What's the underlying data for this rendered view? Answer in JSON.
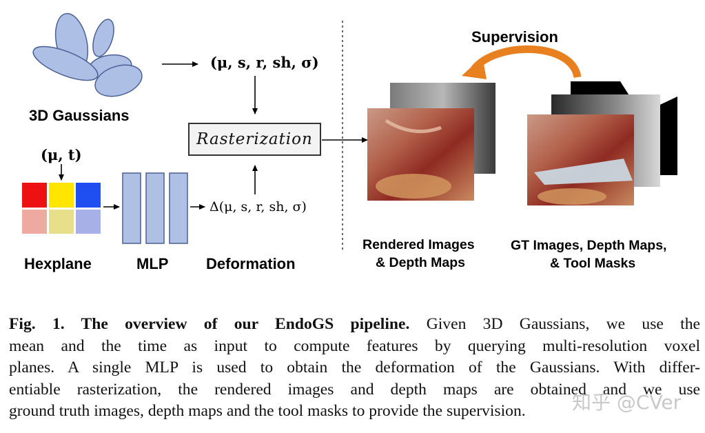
{
  "figure": {
    "gaussians_label": "3D Gaussians",
    "gaussian_params": "(μ, s, r, sh, σ)",
    "rasterization_label": "Rasterization",
    "input_label": "(μ, t)",
    "hexplane_label": "Hexplane",
    "mlp_label": "MLP",
    "deformation_label": "Deformation",
    "deformation_params": "Δ(μ, s, r, sh, σ)",
    "supervision_label": "Supervision",
    "rendered_label_line1": "Rendered Images",
    "rendered_label_line2": "& Depth Maps",
    "gt_label_line1": "GT Images, Depth Maps,",
    "gt_label_line2": "& Tool Masks",
    "colors": {
      "gaussian_fill": "#aebfe6",
      "gaussian_stroke": "#4a5f93",
      "mlp_fill": "#aec0e4",
      "arrow_orange": "#e8801f",
      "hexplane": [
        "#ee1111",
        "#ffe500",
        "#1f4ff0",
        "#eeaaa0",
        "#e8df8a",
        "#a8b0e8"
      ]
    }
  },
  "caption": {
    "prefix": "Fig. 1. The overview of our EndoGS pipeline.",
    "line1_rest": " Given 3D Gaussians, we use the",
    "line2": "mean and the time as input to compute features by querying multi-resolution voxel",
    "line3": "planes. A single MLP is used to obtain the deformation of the Gaussians. With differ-",
    "line4": "entiable rasterization, the rendered images and depth maps are obtained and we use",
    "line5": "ground truth images, depth maps and the tool masks to provide the supervision."
  },
  "watermark": "知乎 @CVer"
}
